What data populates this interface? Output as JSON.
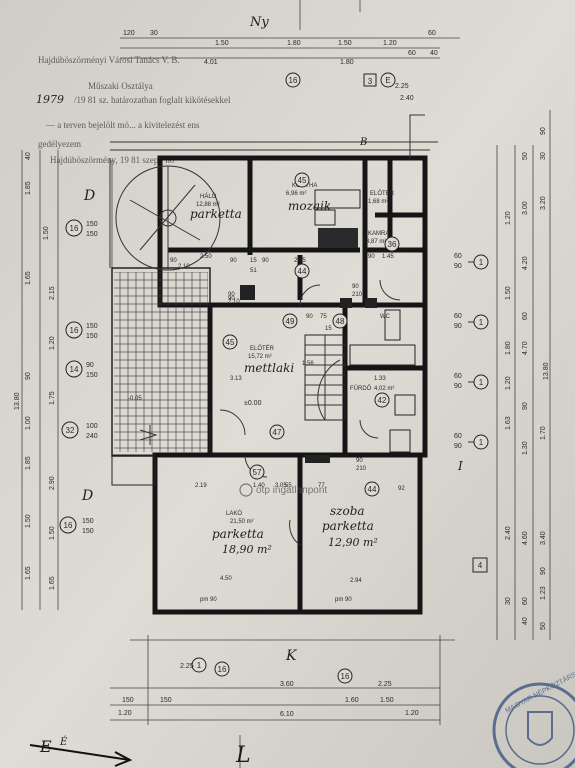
{
  "header": {
    "line1": "Hajdúböszörményi Városi Tanács V. B.",
    "line2": "Műszaki Osztálya",
    "line3_prefix": "1979",
    "line3": "/19 81 sz. határozatban foglalt kikötésekkel",
    "line4": "— a terven bejelölt mó... a kivitelezést ens",
    "line5": "gedélyezem",
    "line6": "Hajdúböszörmény, 19 81 szept. hó",
    "north": "Ny"
  },
  "rooms": {
    "halo_name": "HÁLÓ",
    "halo_area": "12,88 m²",
    "halo_floor": "parketta",
    "konyha_name": "KONYHA",
    "konyha_area": "6,96 m²",
    "konyha_floor": "mozaik",
    "eloter_small_name": "ELŐTÉR",
    "eloter_small_area": "1,68 m²",
    "kamra_name": "KAMRA",
    "kamra_area": "3,87 m²",
    "eloter_name": "ELŐTÉR",
    "eloter_area": "15,72 m²",
    "eloter_floor": "mettlaki",
    "wc": "WC",
    "furdo_name": "FÜRDŐ",
    "furdo_area": "4,02 m²",
    "lakoszoba_name": "LAKÓ",
    "lakoszoba_area": "21,50 m²",
    "lakoszoba_floor": "parketta",
    "lakoszoba_hand": "18,90 m²",
    "szoba_name": "szoba",
    "szoba_floor": "parketta",
    "szoba_hand": "12,90 m²",
    "level": "±0.00",
    "level2": "-0.05"
  },
  "dims_top": [
    "120",
    "30",
    "60",
    "1.50",
    "1.80",
    "1.50",
    "1.20",
    "4.01",
    "1.80",
    "60",
    "40",
    "2.25",
    "2.40"
  ],
  "dims_left": [
    "40",
    "1.85",
    "1.50",
    "1.65",
    "2.15",
    "1.20",
    "90",
    "1.75",
    "1.00",
    "1.85",
    "2.90",
    "1.50",
    "1.65",
    "13.80",
    "1.50",
    "1.65"
  ],
  "dims_left_pairs": [
    {
      "code": "16",
      "a": "150",
      "b": "150"
    },
    {
      "code": "16",
      "a": "150",
      "b": "150"
    },
    {
      "code": "14",
      "a": "90",
      "b": "150"
    },
    {
      "code": "32",
      "a": "100",
      "b": "240"
    },
    {
      "code": "16",
      "a": "150",
      "b": "150"
    }
  ],
  "dims_right": [
    "90",
    "30",
    "50",
    "1.20",
    "3.00",
    "3.20",
    "4.20",
    "1.50",
    "60",
    "1.80",
    "1.20",
    "4.70",
    "13.80",
    "1.70",
    "1.63",
    "90",
    "1.30",
    "4.60",
    "3.40",
    "2.40",
    "1.23",
    "60",
    "40",
    "50",
    "90",
    "30"
  ],
  "dims_right_pairs": [
    {
      "code": "1",
      "a": "60",
      "b": "90"
    },
    {
      "code": "1",
      "a": "60",
      "b": "90"
    },
    {
      "code": "1",
      "a": "60",
      "b": "90"
    },
    {
      "code": "1",
      "a": "60",
      "b": "90"
    }
  ],
  "dims_inner": [
    "90",
    "2.10",
    "90",
    "15",
    "2.50",
    "90",
    "51",
    "2.85",
    "90",
    "1.45",
    "90",
    "2.10",
    "90",
    "75",
    "15",
    "3.13",
    "1.56",
    "1.33",
    "2.19",
    "3.05",
    "1.40",
    "55",
    "77",
    "92",
    "4.50",
    "2.94",
    "90",
    "90",
    "210",
    "90",
    "210"
  ],
  "dims_bottom": [
    "2.25",
    "3.60",
    "2.25",
    "150",
    "150",
    "1.60",
    "1.50",
    "1.20",
    "1.20",
    "6.10"
  ],
  "codes": [
    "16",
    "3",
    "E",
    "45",
    "36",
    "44",
    "49",
    "48",
    "45",
    "47",
    "57",
    "44",
    "42",
    "1",
    "16",
    "16",
    "16",
    "4",
    "1"
  ],
  "windows": [
    "pm 90",
    "pm 90"
  ],
  "letters": [
    "D",
    "D",
    "K",
    "L",
    "E",
    "I",
    "B"
  ],
  "watermark": "otp ingatlanpont",
  "seal_text": "MAGYAR NÉPKÖZTÁRSASÁG",
  "north_arrow": "É"
}
